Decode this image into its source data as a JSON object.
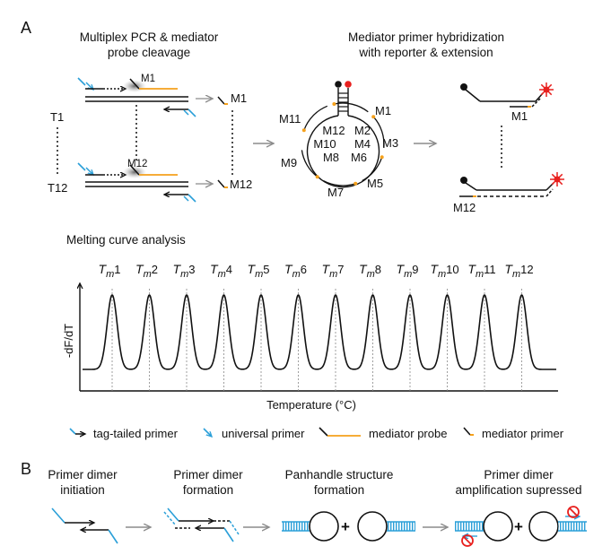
{
  "panel_a": {
    "letter": "A",
    "step1_title_l1": "Multiplex PCR & mediator",
    "step1_title_l2": "probe cleavage",
    "step2_title_l1": "Mediator primer hybridization",
    "step2_title_l2": "with reporter & extension",
    "targets": [
      "T1",
      "T12"
    ],
    "probe_labels": [
      "M1",
      "M12"
    ],
    "cleaved_labels": [
      "M1",
      "M12"
    ],
    "ring_labels_outer": [
      "M1",
      "M3",
      "M5",
      "M7",
      "M9",
      "M11"
    ],
    "ring_labels_inner": [
      "M12",
      "M2",
      "M10",
      "M4",
      "M8",
      "M6"
    ],
    "reporter_labels": [
      "M1",
      "M12"
    ],
    "melt_title": "Melting curve analysis",
    "ylabel": "-dF/dT",
    "xlabel": "Temperature (°C)",
    "tm_symbol": "T",
    "tm_sub": "m",
    "tm_numbers": [
      "1",
      "2",
      "3",
      "4",
      "5",
      "6",
      "7",
      "8",
      "9",
      "10",
      "11",
      "12"
    ],
    "legend": [
      "tag-tailed primer",
      "universal primer",
      "mediator probe",
      "mediator primer"
    ],
    "colors": {
      "blue": "#2a9fd8",
      "orange": "#f5a11c",
      "red": "#e8201e",
      "gray": "#8c8c8c"
    }
  },
  "panel_b": {
    "letter": "B",
    "steps": [
      {
        "l1": "Primer dimer",
        "l2": "initiation"
      },
      {
        "l1": "Primer dimer",
        "l2": "formation"
      },
      {
        "l1": "Panhandle structure",
        "l2": "formation"
      },
      {
        "l1": "Primer dimer",
        "l2": "amplification supressed"
      }
    ],
    "plus": "+"
  },
  "chart_data": {
    "type": "line",
    "title": "Melting curve analysis",
    "xlabel": "Temperature (°C)",
    "ylabel": "-dF/dT",
    "series": [
      {
        "peaks": [
          "Tm1",
          "Tm2",
          "Tm3",
          "Tm4",
          "Tm5",
          "Tm6",
          "Tm7",
          "Tm8",
          "Tm9",
          "Tm10",
          "Tm11",
          "Tm12"
        ]
      }
    ],
    "grid": false
  }
}
